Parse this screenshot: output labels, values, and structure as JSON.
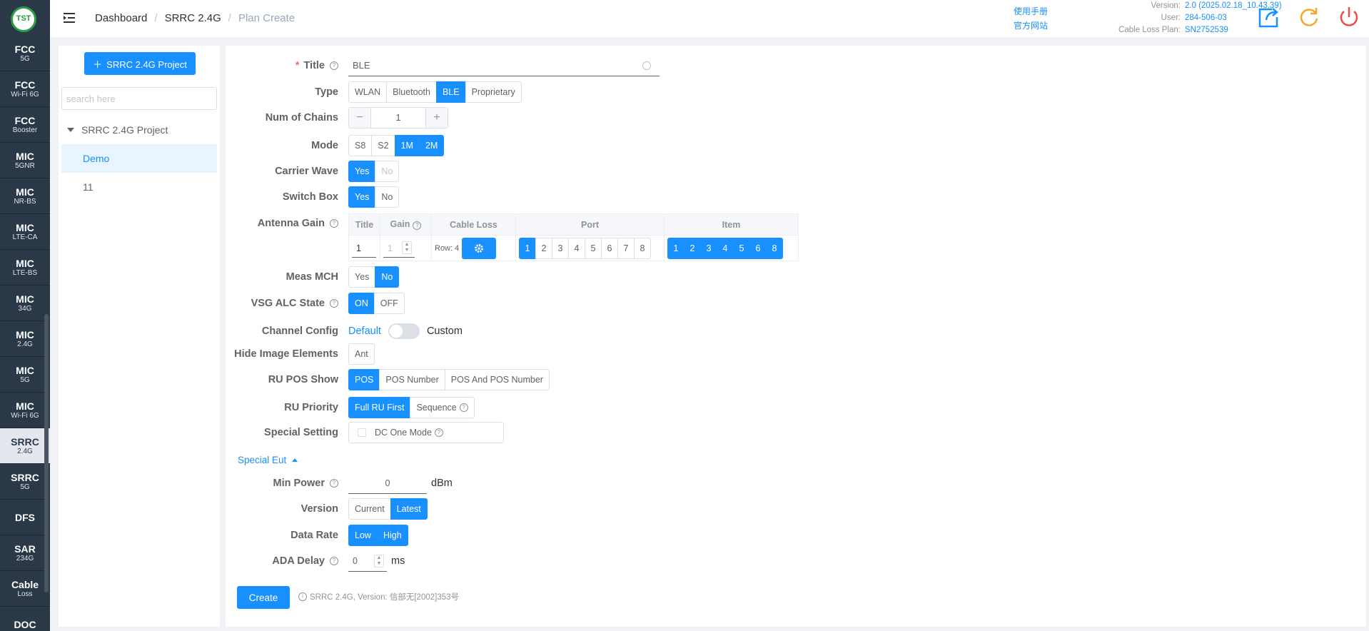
{
  "logo": {
    "text": "TST"
  },
  "nav": [
    {
      "l1": "FCC",
      "l2": "5G"
    },
    {
      "l1": "FCC",
      "l2": "Wi-Fi 6G"
    },
    {
      "l1": "FCC",
      "l2": "Booster"
    },
    {
      "l1": "MIC",
      "l2": "5GNR"
    },
    {
      "l1": "MIC",
      "l2": "NR-BS"
    },
    {
      "l1": "MIC",
      "l2": "LTE-CA"
    },
    {
      "l1": "MIC",
      "l2": "LTE-BS"
    },
    {
      "l1": "MIC",
      "l2": "34G"
    },
    {
      "l1": "MIC",
      "l2": "2.4G"
    },
    {
      "l1": "MIC",
      "l2": "5G"
    },
    {
      "l1": "MIC",
      "l2": "Wi-Fi 6G"
    },
    {
      "l1": "SRRC",
      "l2": "2.4G",
      "active": true
    },
    {
      "l1": "SRRC",
      "l2": "5G"
    },
    {
      "l1": "DFS",
      "l2": ""
    },
    {
      "l1": "SAR",
      "l2": "234G"
    },
    {
      "l1": "Cable",
      "l2": "Loss"
    },
    {
      "l1": "DOC",
      "l2": ""
    }
  ],
  "header": {
    "breadcrumb": [
      "Dashboard",
      "SRRC 2.4G",
      "Plan Create"
    ],
    "links": {
      "manual": "使用手册",
      "website": "官方网站"
    },
    "info": {
      "version_label": "Version:",
      "version": "2.0 (2025.02.18_10.43.39)",
      "user_label": "User:",
      "user": "284-506-03",
      "cable_label": "Cable Loss Plan:",
      "cable": "SN2752539"
    }
  },
  "left": {
    "add_button": "SRRC 2.4G Project",
    "search_placeholder": "search here",
    "tree": {
      "root": "SRRC 2.4G Project",
      "children": [
        "Demo",
        "11"
      ],
      "selected": "Demo"
    }
  },
  "form": {
    "title": {
      "label": "Title",
      "value": "BLE"
    },
    "type": {
      "label": "Type",
      "options": [
        "WLAN",
        "Bluetooth",
        "BLE",
        "Proprietary"
      ],
      "selected": "BLE"
    },
    "chains": {
      "label": "Num of Chains",
      "value": "1",
      "minus": "−",
      "plus": "+"
    },
    "mode": {
      "label": "Mode",
      "options": [
        "S8",
        "S2",
        "1M",
        "2M"
      ],
      "selected": [
        "1M",
        "2M"
      ]
    },
    "carrier": {
      "label": "Carrier Wave",
      "options": [
        "Yes",
        "No"
      ],
      "selected": "Yes"
    },
    "switchbox": {
      "label": "Switch Box",
      "options": [
        "Yes",
        "No"
      ],
      "selected": "Yes"
    },
    "antenna": {
      "label": "Antenna Gain",
      "headers": [
        "Title",
        "Gain",
        "Cable Loss",
        "Port",
        "Item"
      ],
      "title_value": "1",
      "gain_value": "1",
      "row_text": "Row: 4",
      "ports": [
        "1",
        "2",
        "3",
        "4",
        "5",
        "6",
        "7",
        "8"
      ],
      "ports_selected": [
        "1"
      ],
      "items": [
        "1",
        "2",
        "3",
        "4",
        "5",
        "6",
        "8"
      ],
      "items_selected": [
        "1",
        "2",
        "3",
        "4",
        "5",
        "6",
        "8"
      ]
    },
    "meas": {
      "label": "Meas MCH",
      "options": [
        "Yes",
        "No"
      ],
      "selected": "No"
    },
    "vsg": {
      "label": "VSG ALC State",
      "options": [
        "ON",
        "OFF"
      ],
      "selected": "ON"
    },
    "channel": {
      "label": "Channel Config",
      "default": "Default",
      "custom": "Custom"
    },
    "hide": {
      "label": "Hide Image Elements",
      "options": [
        "Ant"
      ]
    },
    "rupos": {
      "label": "RU POS Show",
      "options": [
        "POS",
        "POS Number",
        "POS And POS Number"
      ],
      "selected": "POS"
    },
    "rupri": {
      "label": "RU Priority",
      "options": [
        "Full RU First",
        "Sequence"
      ],
      "selected": "Full RU First"
    },
    "special": {
      "label": "Special Setting",
      "option": "DC One Mode"
    },
    "special_eut": "Special Eut",
    "minpower": {
      "label": "Min Power",
      "value": "0",
      "unit": "dBm"
    },
    "version": {
      "label": "Version",
      "options": [
        "Current",
        "Latest"
      ],
      "selected": "Latest"
    },
    "datarate": {
      "label": "Data Rate",
      "options": [
        "Low",
        "High"
      ],
      "selected": "Low"
    },
    "ada": {
      "label": "ADA Delay",
      "value": "0",
      "unit": "ms"
    },
    "create": "Create",
    "note": "SRRC 2.4G, Version: 信部无[2002]353号"
  },
  "colors": {
    "accent": "#1890ff",
    "nav_bg": "#2b3848",
    "logo_green": "#2a9d46",
    "refresh": "#f5a623",
    "power": "#f04a4a"
  }
}
